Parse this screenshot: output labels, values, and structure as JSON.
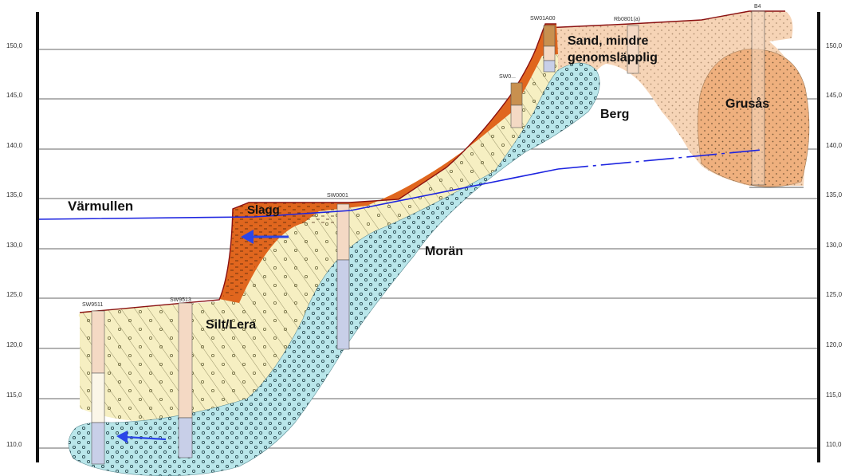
{
  "elevation_axis": {
    "ticks": [
      "150,0",
      "145,0",
      "140,0",
      "135,0",
      "130,0",
      "125,0",
      "120,0",
      "115,0",
      "110,0"
    ]
  },
  "units": {
    "sand": "Sand, mindre genomsläpplig",
    "sand_line1": "Sand, mindre",
    "sand_line2": "genomsläpplig",
    "grusas": "Grusås",
    "berg": "Berg",
    "slagg": "Slagg",
    "moran": "Morän",
    "silt_lera": "Silt/Lera",
    "varmullen": "Värmullen"
  },
  "boreholes": [
    "SW01A00",
    "Rb0801(a)",
    "B4",
    "SW0...",
    "SW0001",
    "SW9511",
    "SW9513"
  ],
  "colors": {
    "sand": "#f6d4b6",
    "grusas": "#efb07e",
    "slagg": "#e0661e",
    "moran": "#b9e6ea",
    "silt_lera": "#f6efc2",
    "groundwater_line": "#1d24e0",
    "flow_arrow": "#2b46e8"
  }
}
